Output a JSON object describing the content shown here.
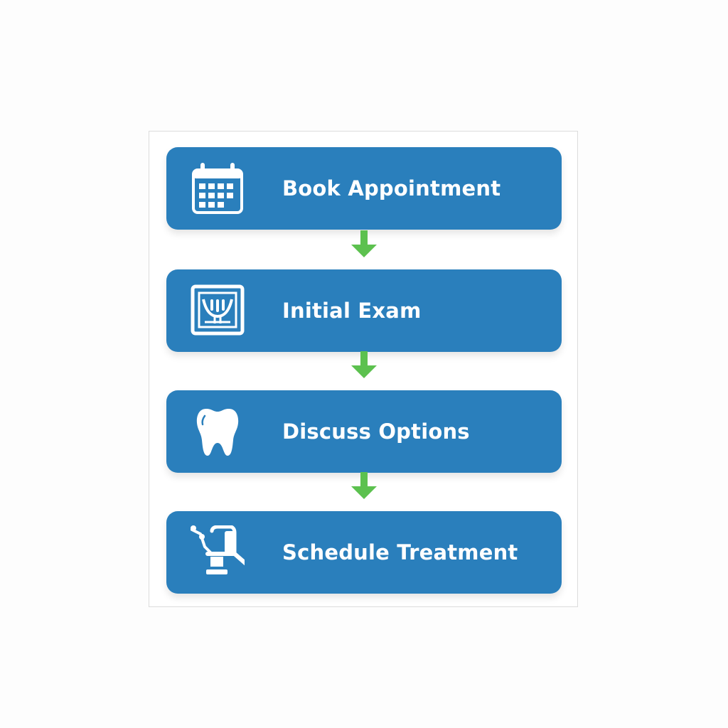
{
  "colors": {
    "step_fill": "#2a7fbc",
    "arrow": "#5cc14f",
    "label": "#ffffff"
  },
  "steps": [
    {
      "label": "Book Appointment",
      "icon": "calendar-icon"
    },
    {
      "label": "Initial Exam",
      "icon": "dental-xray-icon"
    },
    {
      "label": "Discuss Options",
      "icon": "tooth-icon"
    },
    {
      "label": "Schedule Treatment",
      "icon": "dental-chair-icon"
    }
  ],
  "connectors": [
    {
      "from": "Book Appointment",
      "to": "Initial Exam",
      "icon": "arrow-down-icon"
    },
    {
      "from": "Initial Exam",
      "to": "Discuss Options",
      "icon": "arrow-down-icon"
    },
    {
      "from": "Discuss Options",
      "to": "Schedule Treatment",
      "icon": "arrow-down-icon"
    }
  ]
}
